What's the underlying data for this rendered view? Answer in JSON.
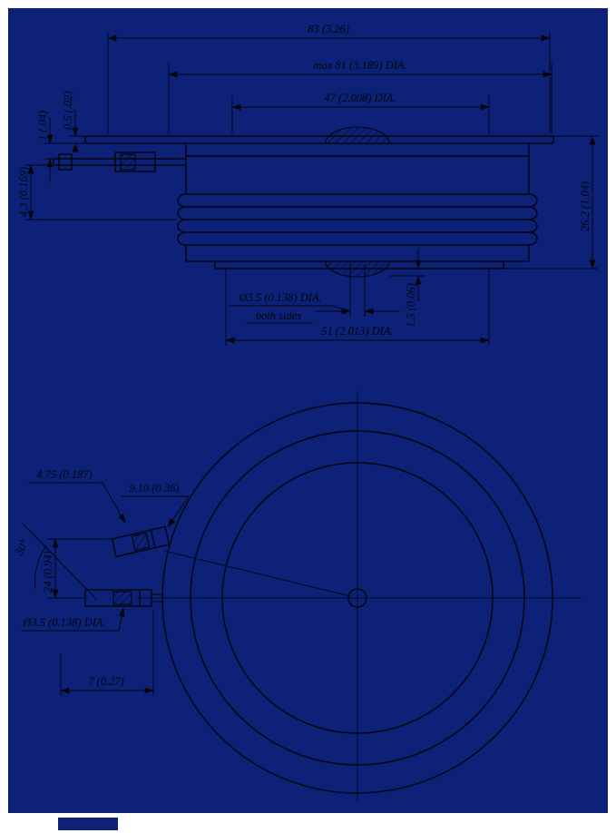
{
  "colors": {
    "background": "#0c2177",
    "paper": "#ffffff",
    "ink": "#04050b"
  },
  "section_view": {
    "dim_overall_width": "83 (3.26)",
    "dim_max_dia": "max 81 (3.189) DIA.",
    "dim_top_contact": "47 (2.008) DIA.",
    "dim_flange_thickness": "0.5 (.02)",
    "dim_lead_offset": "1 (.04)",
    "dim_lead_position": "4.3 (0.169)",
    "dim_height": "26.2 (1.04)",
    "dim_gate_hole": "Ø3.5 (0.138) DIA.",
    "dim_gate_hole_note": "both sides",
    "dim_recess": "1.5 (0.06)",
    "dim_bottom_contact": "51 (2.013) DIA."
  },
  "plan_view": {
    "dim_terminal_width": "4.75 (0.187)",
    "dim_terminal_length": "9.10 (0.36)",
    "dim_angle": "30°",
    "dim_terminal_spacing": "24 (0.94)",
    "dim_hole": "Ø3.5 (0.138) DIA.",
    "dim_edge_offset": "7 (0.27)"
  }
}
